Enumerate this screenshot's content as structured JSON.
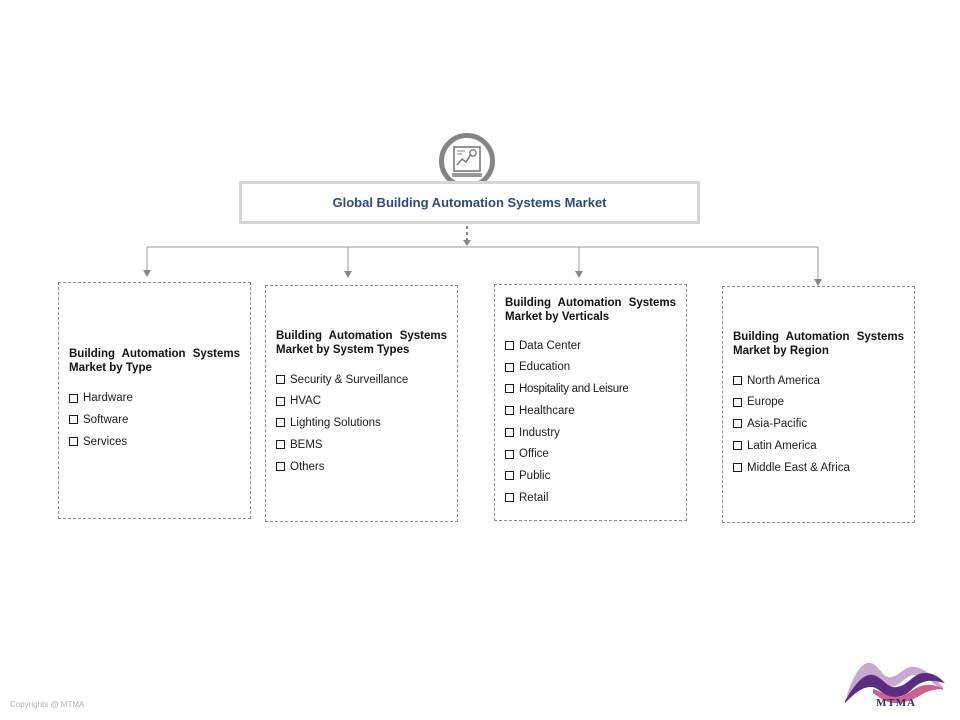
{
  "title": "Global Building Automation Systems Market",
  "segments": [
    {
      "title": "Building Automation Systems Market by Type",
      "items": [
        "Hardware",
        "Software",
        "Services"
      ]
    },
    {
      "title": "Building Automation Systems Market by System Types",
      "items": [
        "Security & Surveillance",
        "HVAC",
        "Lighting Solutions",
        "BEMS",
        "Others"
      ]
    },
    {
      "title": "Building Automation Systems Market by Verticals",
      "items": [
        "Data Center",
        "Education",
        "Hospitality and Leisure",
        "Healthcare",
        "Industry",
        "Office",
        "Public",
        "Retail"
      ]
    },
    {
      "title": "Building Automation Systems Market by Region",
      "items": [
        "North America",
        "Europe",
        "Asia-Pacific",
        "Latin America",
        "Middle East & Africa"
      ]
    }
  ],
  "footer": {
    "copyright": "Copyrights @ MTMA",
    "logo_text": "MTMA"
  },
  "icons": {
    "top": "chart-report-icon"
  },
  "colors": {
    "title_text": "#2e4a7a",
    "logo_purple": "#5a2d82",
    "logo_pink": "#c2477a"
  }
}
